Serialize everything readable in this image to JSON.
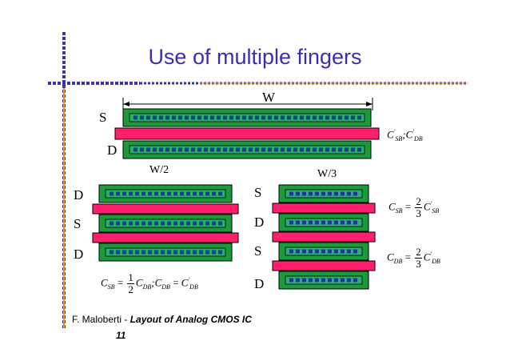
{
  "slide": {
    "title": "Use of multiple fingers",
    "footer_author": "F. Maloberti - ",
    "footer_course": "Layout of Analog CMOS IC",
    "page_number": "11"
  },
  "top_device": {
    "width_label": "W",
    "source_label": "S",
    "drain_label": "D",
    "cap_formula": {
      "c1": "C",
      "c1_sub": "SB",
      "sep": ";",
      "c2": "C",
      "c2_sub": "DB",
      "prime": "'"
    }
  },
  "two_finger_device": {
    "width_label": "W/2",
    "labels": [
      "D",
      "S",
      "D"
    ],
    "cap_formula": {
      "lhs": "C",
      "lhs_sub": "SB",
      "eq": "=",
      "num": "1",
      "den": "2",
      "term": "C",
      "term_sub": "DB",
      "sep": ";",
      "c2": "C",
      "c2_sub": "DB",
      "eq2": "=",
      "c3": "C",
      "c3_sub": "DB",
      "prime": "'"
    }
  },
  "three_finger_device": {
    "width_label": "W/3",
    "labels": [
      "S",
      "D",
      "S",
      "D"
    ],
    "csb_formula": {
      "lhs": "C",
      "lhs_sub": "SB",
      "eq": "=",
      "num": "2",
      "den": "3",
      "rhs": "C",
      "rhs_sub": "SB",
      "prime": "'"
    },
    "cdb_formula": {
      "lhs": "C",
      "lhs_sub": "DB",
      "eq": "=",
      "num": "2",
      "den": "3",
      "rhs": "C",
      "rhs_sub": "DB",
      "prime": "'"
    }
  },
  "colors": {
    "diffusion": "#1a9a3a",
    "contact_strip": "#28b06a",
    "contact": "#1c3a9a",
    "gate": "#ff1f6d",
    "frame_blue": "#3b34a0",
    "frame_orange": "#f0a020",
    "title": "#3a2fb0"
  }
}
